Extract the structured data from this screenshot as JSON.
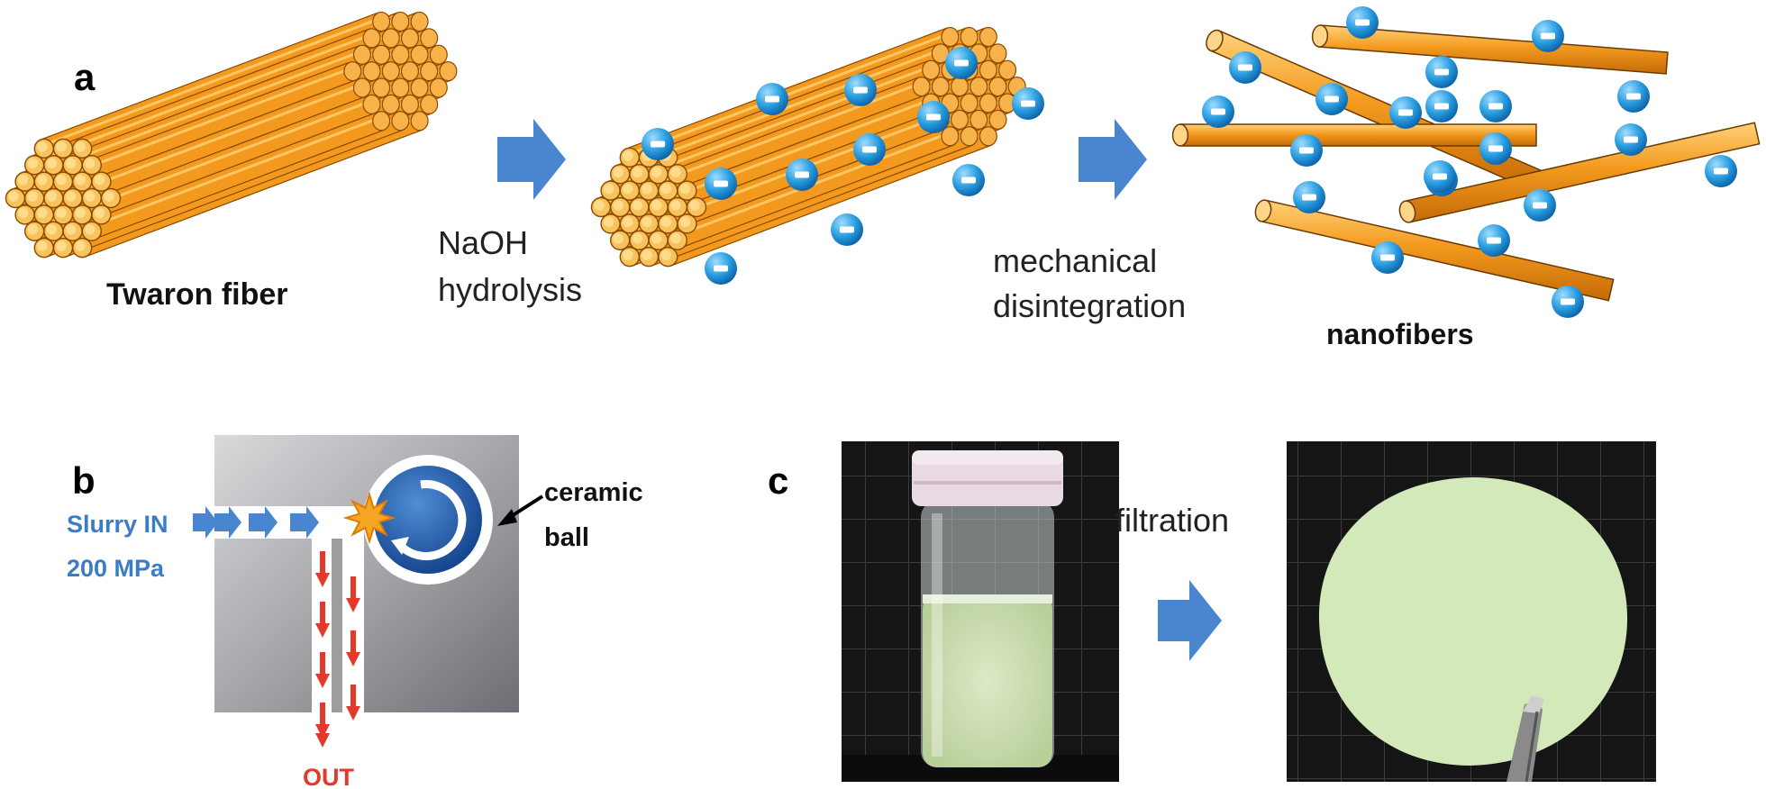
{
  "panels": {
    "a": {
      "letter": "a",
      "fiber_label": "Twaron fiber",
      "step1_line1": "NaOH",
      "step1_line2": "hydrolysis",
      "step2_line1": "mechanical",
      "step2_line2": "disintegration",
      "nanofibers_label": "nanofibers",
      "charge_symbol": "−"
    },
    "b": {
      "letter": "b",
      "inlet_line1": "Slurry IN",
      "inlet_line2": "200 MPa",
      "ball_line1": "ceramic",
      "ball_line2": "ball",
      "outlet_label": "OUT"
    },
    "c": {
      "letter": "c",
      "step_label": "filtration"
    }
  },
  "colors": {
    "fiber_orange": "#f39a1e",
    "fiber_highlight": "#ffcc55",
    "charge_blue": "#2a9ee0",
    "arrow_blue": "#4a86cf",
    "out_red": "#e23a2a",
    "text_blue": "#3b7dc4",
    "ball_blue": "#1f5fa8"
  }
}
